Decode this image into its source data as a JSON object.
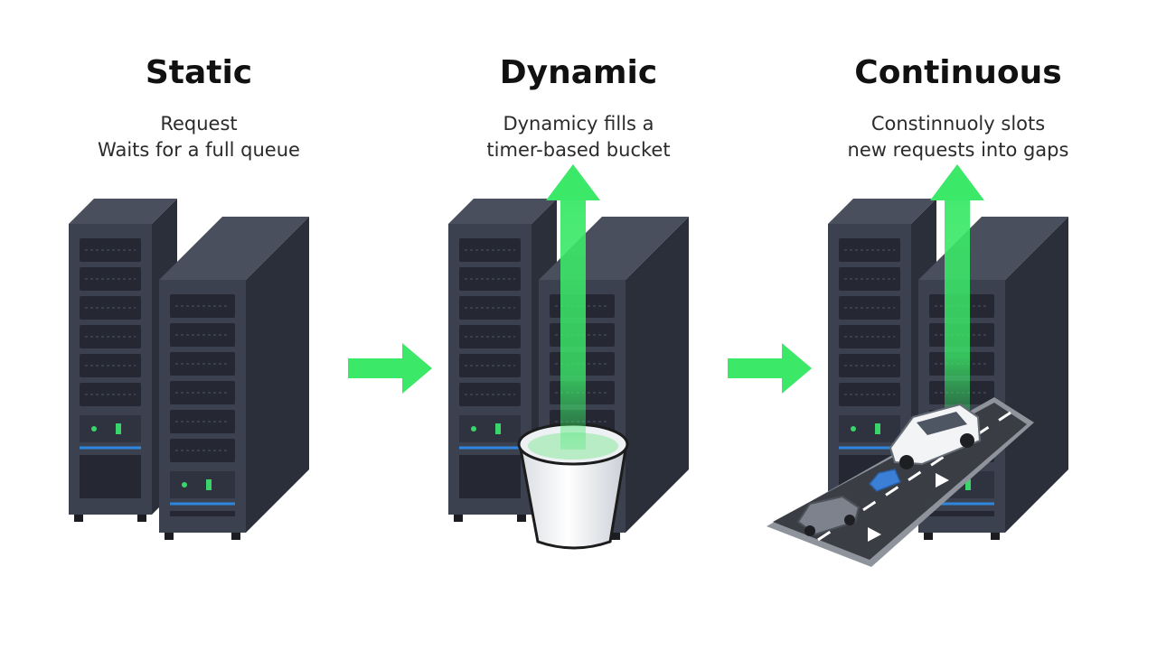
{
  "colors": {
    "accent_green": "#3be868",
    "rack_front": "#3c4150",
    "rack_side": "#2b2f3a",
    "rack_top": "#4a4f5e",
    "bay": "#252833",
    "led_green": "#39d46a",
    "led_blue": "#2e86de"
  },
  "panels": [
    {
      "title": "Static",
      "lines": [
        "Request",
        "Waits for a full queue"
      ],
      "icon": "server-rack-icon"
    },
    {
      "title": "Dynamic",
      "lines": [
        "Dynamicy fills a",
        "timer-based bucket"
      ],
      "icon": "bucket-icon"
    },
    {
      "title": "Continuous",
      "lines": [
        "Constinnuoly slots",
        "new requests into gaps"
      ],
      "icon": "road-with-cars-icon"
    }
  ],
  "connectors": [
    "arrow-right-icon",
    "arrow-right-icon"
  ]
}
